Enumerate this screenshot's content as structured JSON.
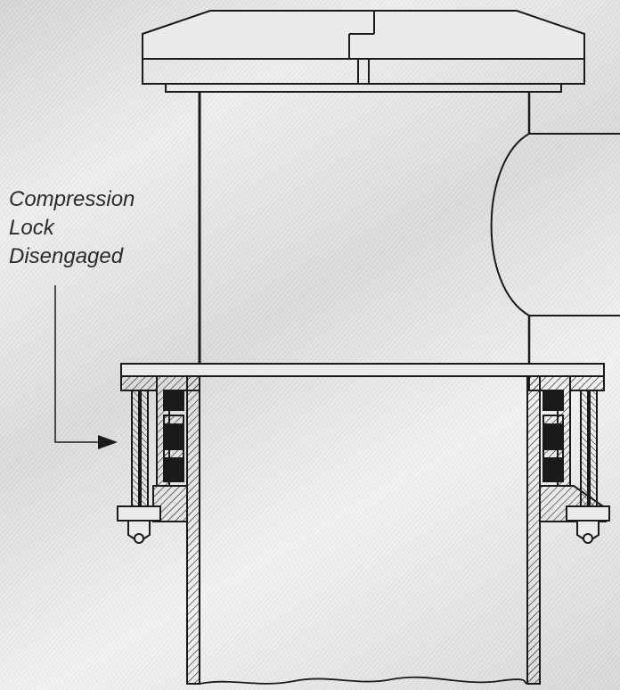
{
  "annotation": {
    "lines": [
      "Compression",
      "Lock",
      "Disengaged"
    ]
  },
  "colors": {
    "ink": "#1a1a1a",
    "background": "#e4e4e4"
  }
}
